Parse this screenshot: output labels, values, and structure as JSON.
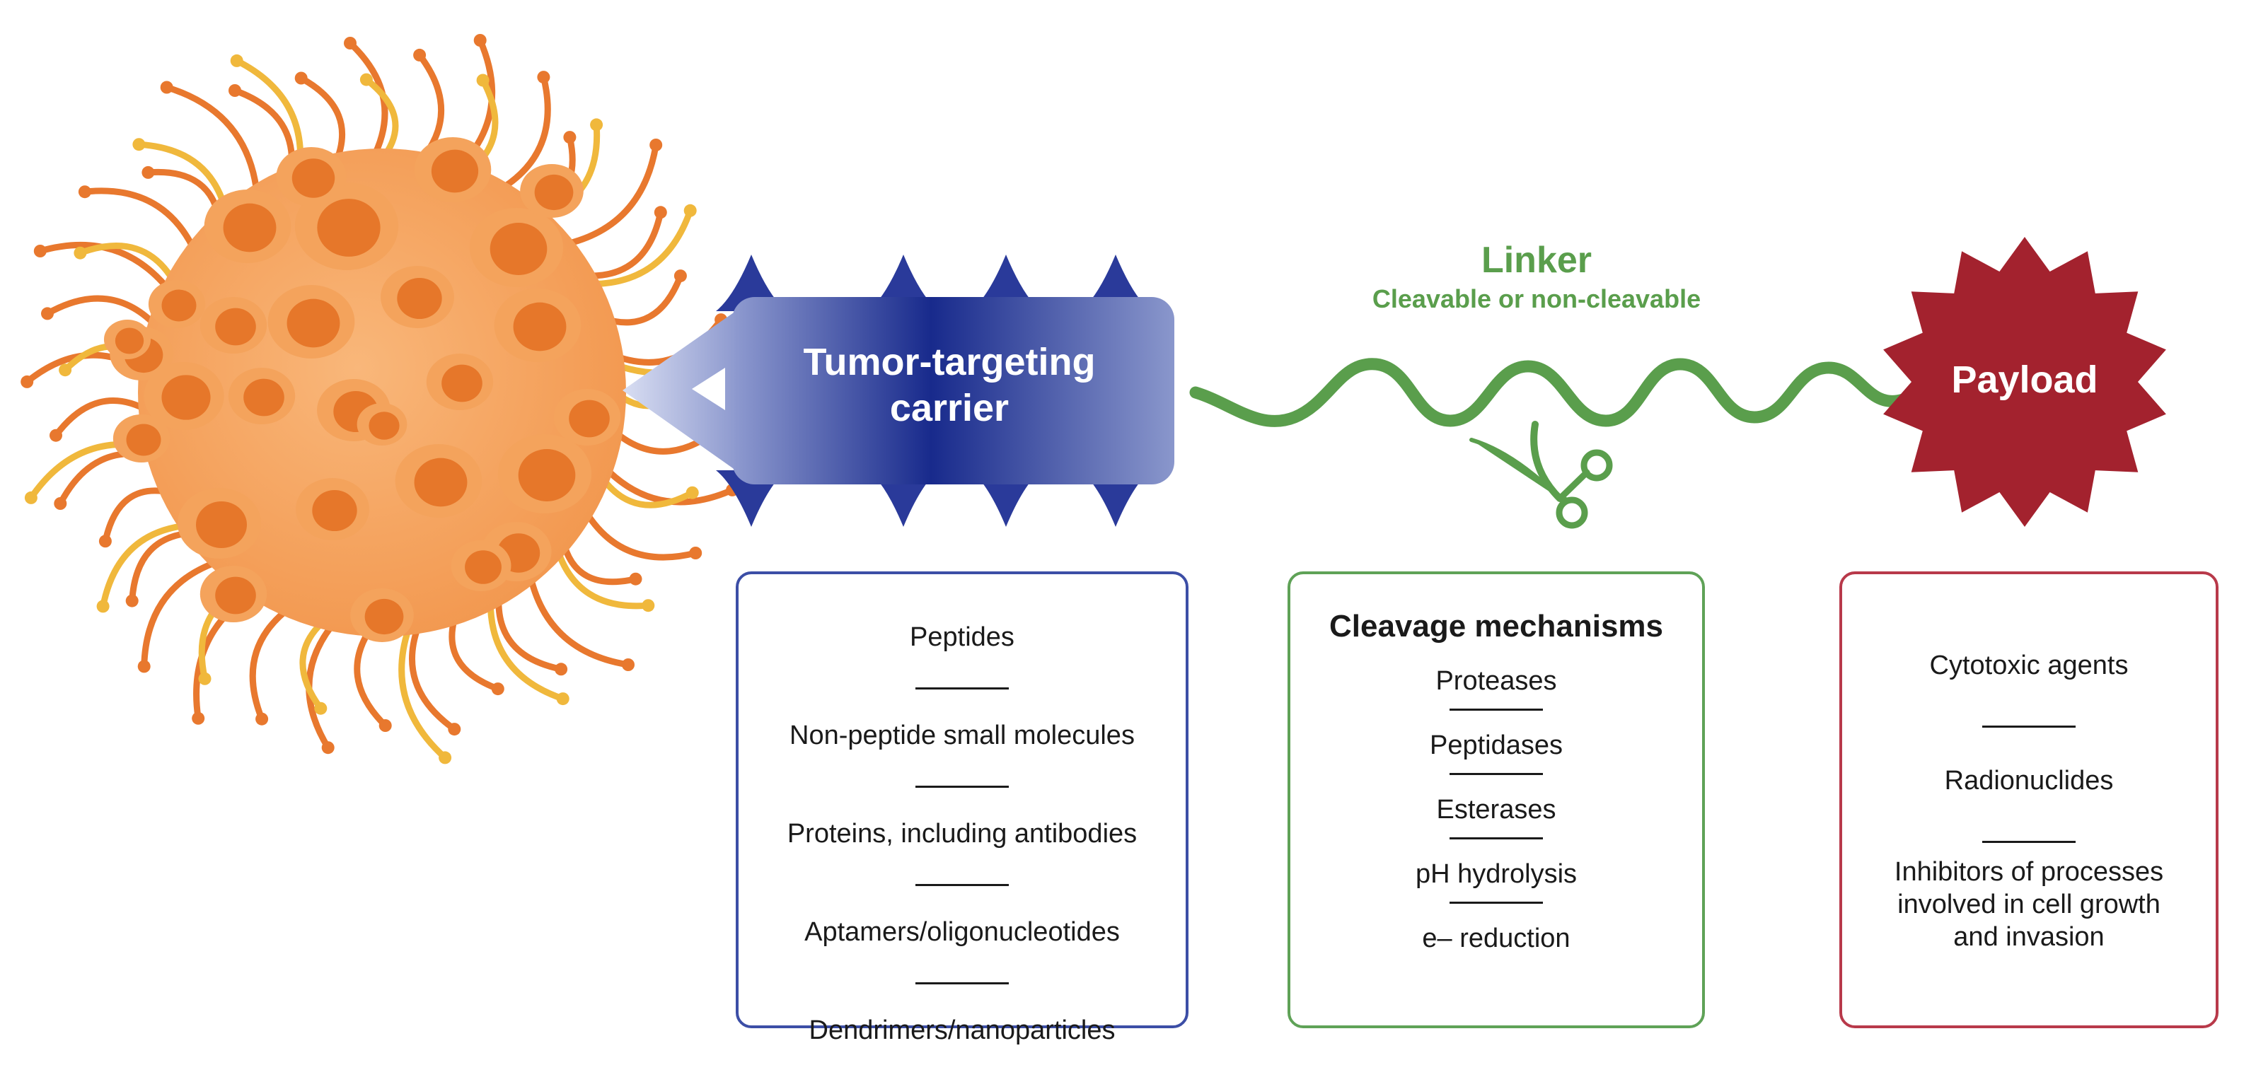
{
  "carrier": {
    "label_line1": "Tumor-targeting",
    "label_line2": "carrier",
    "items": [
      "Peptides",
      "Non-peptide small molecules",
      "Proteins, including antibodies",
      "Aptamers/oligonucleotides",
      "Dendrimers/nanoparticles"
    ]
  },
  "linker": {
    "title": "Linker",
    "subtitle": "Cleavable or non-cleavable"
  },
  "cleavage": {
    "title": "Cleavage mechanisms",
    "items": [
      "Proteases",
      "Peptidases",
      "Esterases",
      "pH hydrolysis",
      "e– reduction"
    ]
  },
  "payload": {
    "label": "Payload",
    "items": [
      "Cytotoxic agents",
      "Radionuclides",
      "Inhibitors of processes involved in cell growth and invasion"
    ]
  },
  "colors": {
    "carrier_blue": "#2a3a9a",
    "linker_green": "#5a9e4c",
    "payload_red": "#a3222e",
    "tumor_orange": "#f4a05c"
  },
  "icons": [
    "tumor-cell-icon",
    "scissors-icon"
  ]
}
